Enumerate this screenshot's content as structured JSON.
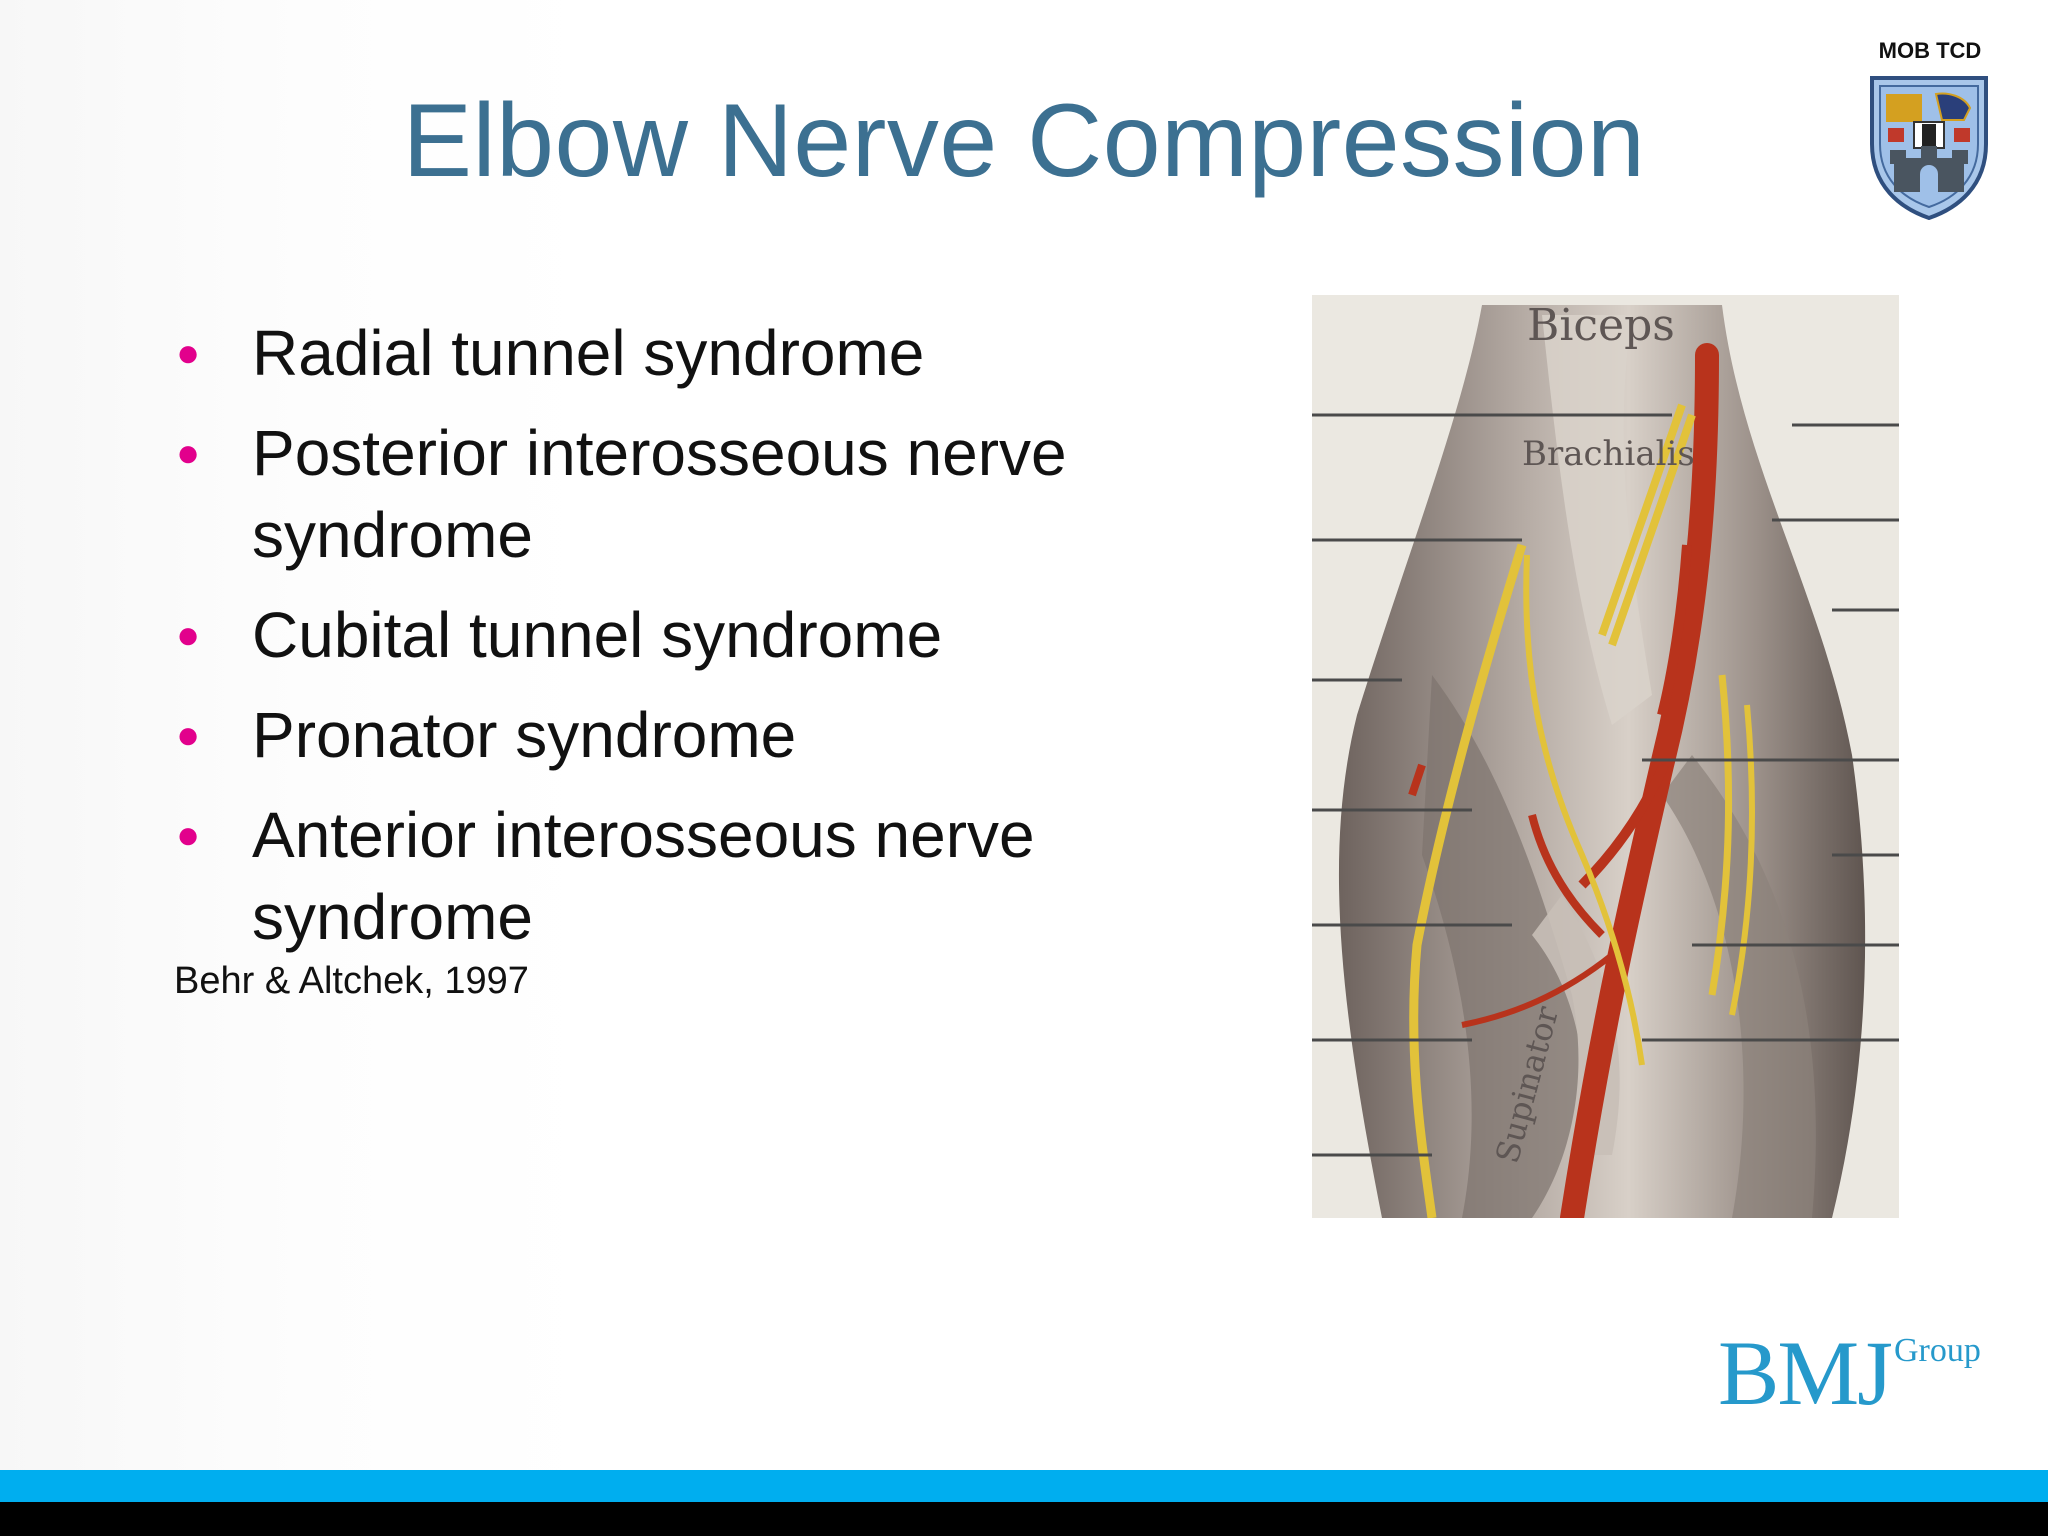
{
  "header": {
    "badge_label": "MOB TCD",
    "title": "Elbow Nerve Compression"
  },
  "bullets": [
    {
      "line1": "Radial tunnel syndrome",
      "line2": ""
    },
    {
      "line1": "Posterior interosseous nerve",
      "line2": "syndrome"
    },
    {
      "line1": "Cubital tunnel syndrome",
      "line2": ""
    },
    {
      "line1": "Pronator syndrome",
      "line2": ""
    },
    {
      "line1": "Anterior interosseous nerve",
      "line2": "syndrome"
    }
  ],
  "citation": "Behr & Altchek, 1997",
  "figure": {
    "labels": [
      "Biceps",
      "Brachialis",
      "Supinator"
    ]
  },
  "logo": {
    "main": "BMJ",
    "sub": "Group"
  },
  "colors": {
    "title": "#3c7091",
    "bullet": "#e2008c",
    "logo": "#2699cb",
    "bar_blue": "#00aeef",
    "bar_black": "#000000"
  }
}
